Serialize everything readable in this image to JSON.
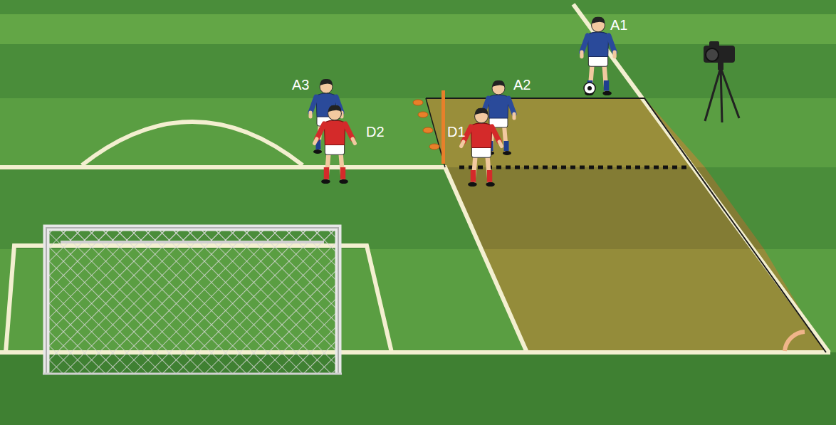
{
  "diagram": {
    "labels": [
      "A1",
      "A3",
      "A2",
      "D2",
      "D1"
    ]
  }
}
